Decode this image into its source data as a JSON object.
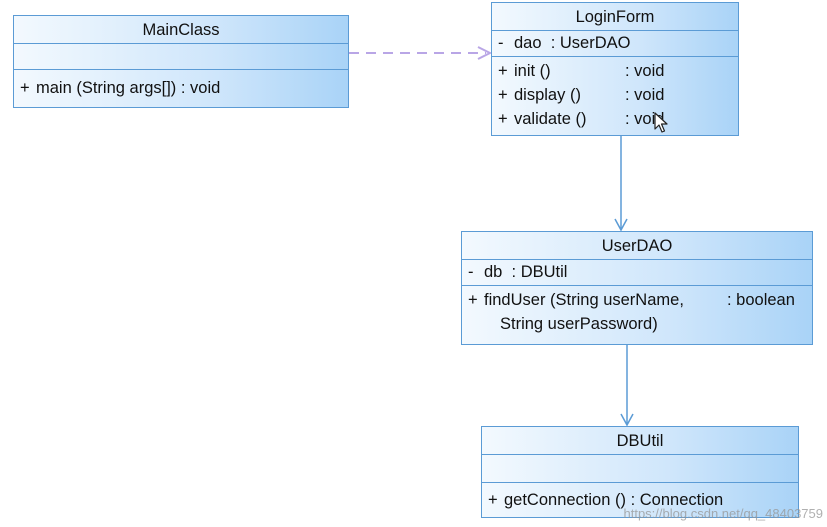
{
  "classes": {
    "main_class": {
      "name": "MainClass",
      "operations": [
        {
          "visibility": "+",
          "name": "main (String args[])",
          "type": ": void"
        }
      ]
    },
    "login_form": {
      "name": "LoginForm",
      "attributes": [
        {
          "visibility": "-",
          "name": "dao",
          "type": ": UserDAO"
        }
      ],
      "operations": [
        {
          "visibility": "+",
          "name": "init ()",
          "type": ": void"
        },
        {
          "visibility": "+",
          "name": "display ()",
          "type": ": void"
        },
        {
          "visibility": "+",
          "name": "validate ()",
          "type": ": void"
        }
      ]
    },
    "user_dao": {
      "name": "UserDAO",
      "attributes": [
        {
          "visibility": "-",
          "name": "db",
          "type": ": DBUtil"
        }
      ],
      "operations": [
        {
          "visibility": "+",
          "name": "findUser (String userName,",
          "continuation": "String userPassword)",
          "type": ": boolean"
        }
      ]
    },
    "db_util": {
      "name": "DBUtil",
      "operations": [
        {
          "visibility": "+",
          "name": "getConnection ()",
          "type": ": Connection"
        }
      ]
    }
  },
  "relations": [
    {
      "from": "MainClass",
      "to": "LoginForm",
      "kind": "dependency"
    },
    {
      "from": "LoginForm",
      "to": "UserDAO",
      "kind": "association"
    },
    {
      "from": "UserDAO",
      "to": "DBUtil",
      "kind": "association"
    }
  ],
  "colors": {
    "border": "#5b9bd5",
    "fill_light": "#f3f9fe",
    "fill_dark": "#a9d3f7",
    "dependency_line": "#b9a6e6",
    "association_line": "#5b9bd5"
  },
  "watermark": "https://blog.csdn.net/qq_48403759",
  "cursor_icon": "mouse-pointer-icon"
}
